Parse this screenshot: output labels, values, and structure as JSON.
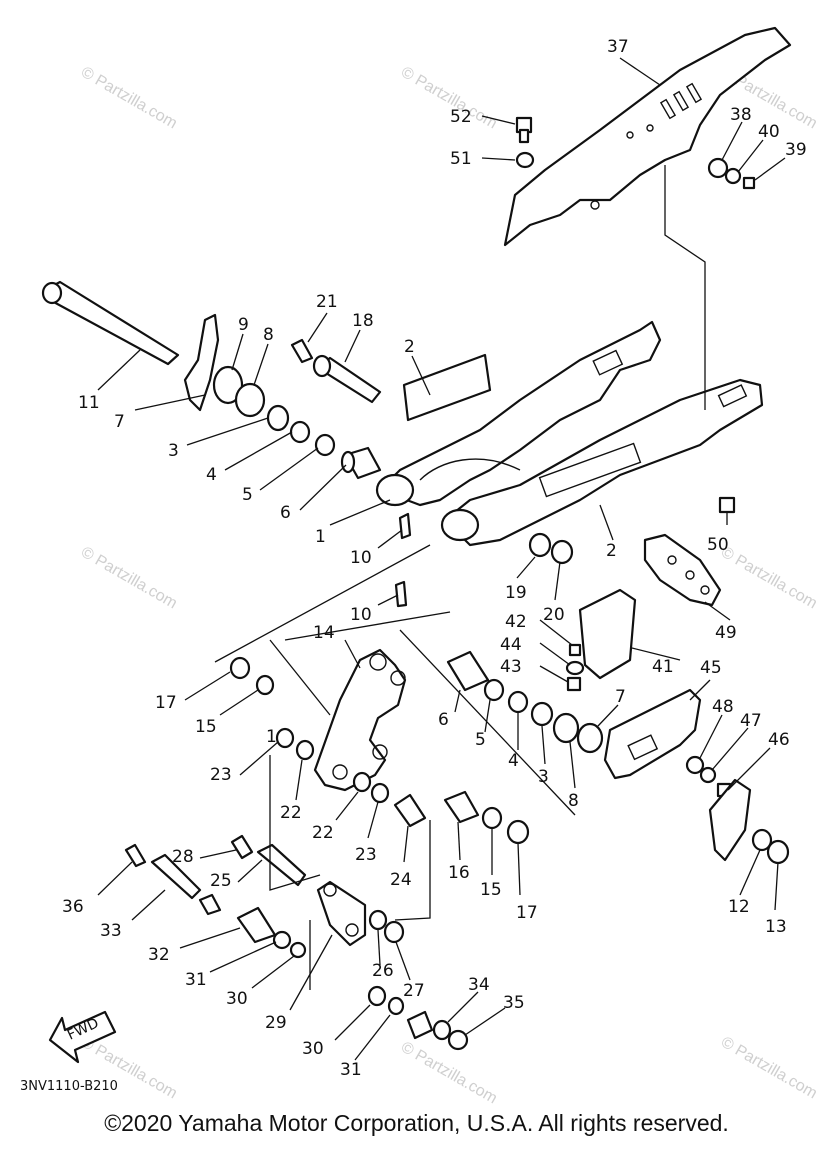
{
  "diagram_code": "3NV1110-B210",
  "fwd_label": "FWD",
  "watermark": "© Partzilla.com",
  "copyright": "©2020 Yamaha Motor Corporation, U.S.A. All rights reserved.",
  "labels": {
    "l1": "1",
    "l1b": "1",
    "l2a": "2",
    "l2b": "2",
    "l3a": "3",
    "l3b": "3",
    "l4a": "4",
    "l4b": "4",
    "l5a": "5",
    "l5b": "5",
    "l6a": "6",
    "l6b": "6",
    "l7a": "7",
    "l7b": "7",
    "l8a": "8",
    "l8b": "8",
    "l9": "9",
    "l10a": "10",
    "l10b": "10",
    "l11": "11",
    "l12": "12",
    "l13": "13",
    "l14": "14",
    "l15a": "15",
    "l15b": "15",
    "l16": "16",
    "l17a": "17",
    "l17b": "17",
    "l18": "18",
    "l19": "19",
    "l20": "20",
    "l21": "21",
    "l22a": "22",
    "l22b": "22",
    "l23a": "23",
    "l23b": "23",
    "l24": "24",
    "l25": "25",
    "l26": "26",
    "l27": "27",
    "l28": "28",
    "l29": "29",
    "l30a": "30",
    "l30b": "30",
    "l31a": "31",
    "l31b": "31",
    "l32": "32",
    "l33": "33",
    "l34": "34",
    "l35": "35",
    "l36": "36",
    "l37": "37",
    "l38": "38",
    "l39": "39",
    "l40": "40",
    "l41": "41",
    "l42": "42",
    "l43": "43",
    "l44": "44",
    "l45": "45",
    "l46": "46",
    "l47": "47",
    "l48": "48",
    "l49": "49",
    "l50": "50",
    "l51": "51",
    "l52": "52"
  }
}
